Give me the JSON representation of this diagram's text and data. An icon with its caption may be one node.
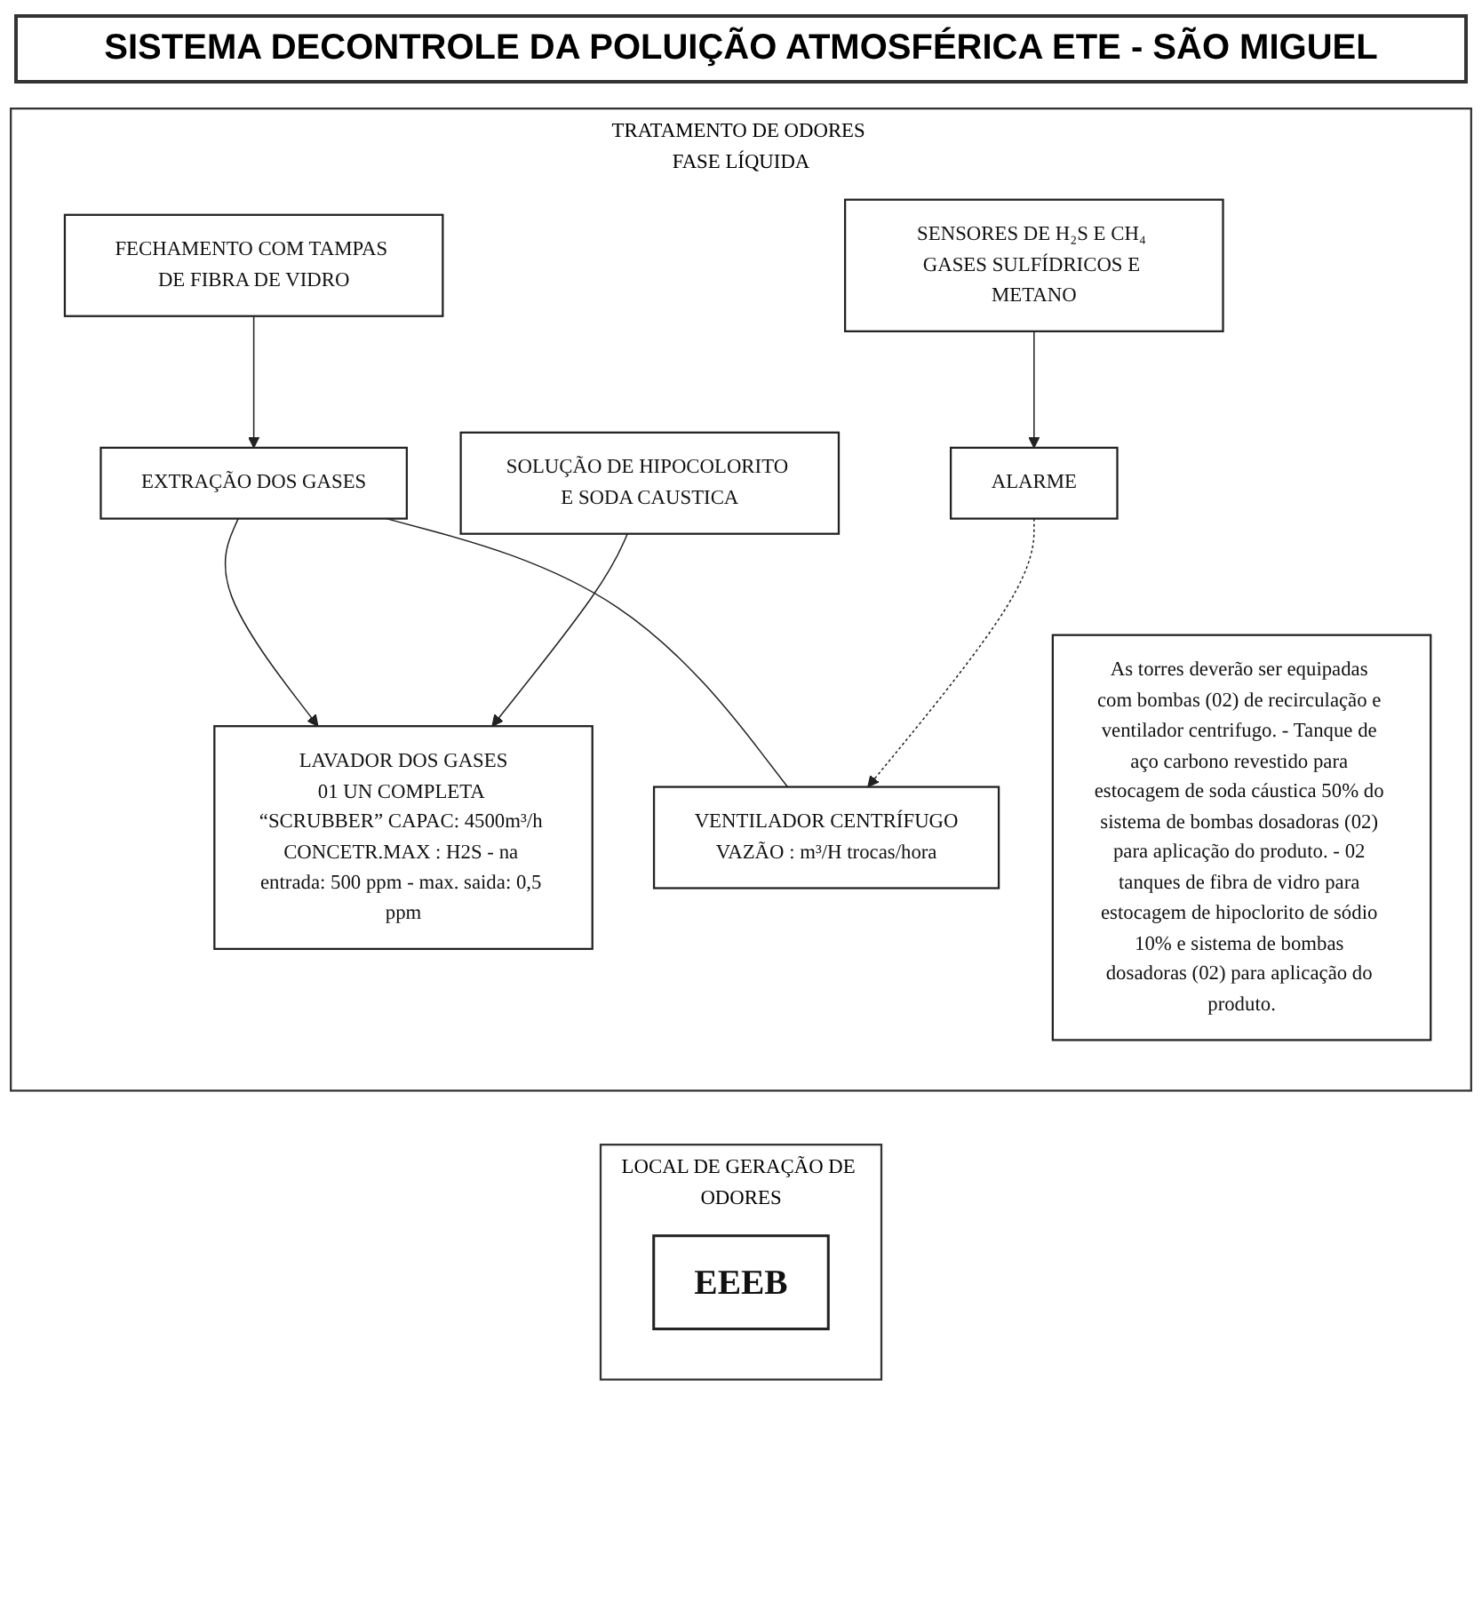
{
  "diagram": {
    "title": "SISTEMA DECONTROLE DA POLUIÇÃO ATMOSFÉRICA ETE - SÃO MIGUEL",
    "nodes": [
      {
        "text": [
          "LOCAL DE GERAÇÃO DE ODORES"
        ]
      },
      {
        "text": [
          "EEEB"
        ],
        "in": 0
      },
      {
        "text": [
          "TRATAMENTO DE ODORES FASE LÍQUIDA"
        ]
      },
      {
        "text": [
          "FECHAMENTO COM TAMPAS DE FIBRA DE VIDRO"
        ],
        "in": 2
      },
      {
        "text": [
          "EXTRAÇÃO DOS GASES"
        ],
        "in": 2
      },
      {
        "text": [
          "LAVADOR DOS GASES",
          "01 UN COMPLETA “SCRUBBER” CAPAC: 4500m³/h CONCETR.MAX : H2S - na entrada: 500 ppm - max. saida: 0,5 ppm"
        ],
        "in": 2
      },
      {
        "text": [
          "SENSORES DE H₂S E CH₄ GASES SULFÍDRICOS E METANO"
        ],
        "in": 2
      },
      {
        "text": [
          "VENTILADOR CENTRÍFUGO",
          "VAZÃO : m³/H trocas/hora"
        ],
        "in": 2
      },
      {
        "text": [
          "ALARME"
        ],
        "in": 2
      },
      {
        "text": [
          "SOLUÇÃO DE HIPOCOLORITO E SODA CAUSTICA"
        ],
        "in": 2
      },
      {
        "text": [
          "As torres deverão ser equipadas com bombas (02) de recirculação e ventilador centrifugo. - Tanque de aço carbono revestido para estocagem de soda cáustica 50% do sistema de bombas dosadoras (02) para aplicação do produto. - 02 tanques de fibra de vidro para estocagem de hipoclorito de sódio 10% e sistema de bombas dosadoras (02) para aplicação do produto."
        ],
        "in": 2
      }
    ],
    "edges": [
      {
        "from": 3,
        "to": 4,
        "arrow": "to"
      },
      {
        "from": 4,
        "to": 5,
        "arrow": "to"
      },
      {
        "from": 4,
        "to": 7,
        "arrow": "none"
      },
      {
        "from": 6,
        "to": 8,
        "arrow": "to"
      },
      {
        "from": 8,
        "to": 7,
        "arrow": "to",
        "style": "dashed"
      },
      {
        "from": 9,
        "to": 5,
        "arrow": "to"
      }
    ]
  }
}
